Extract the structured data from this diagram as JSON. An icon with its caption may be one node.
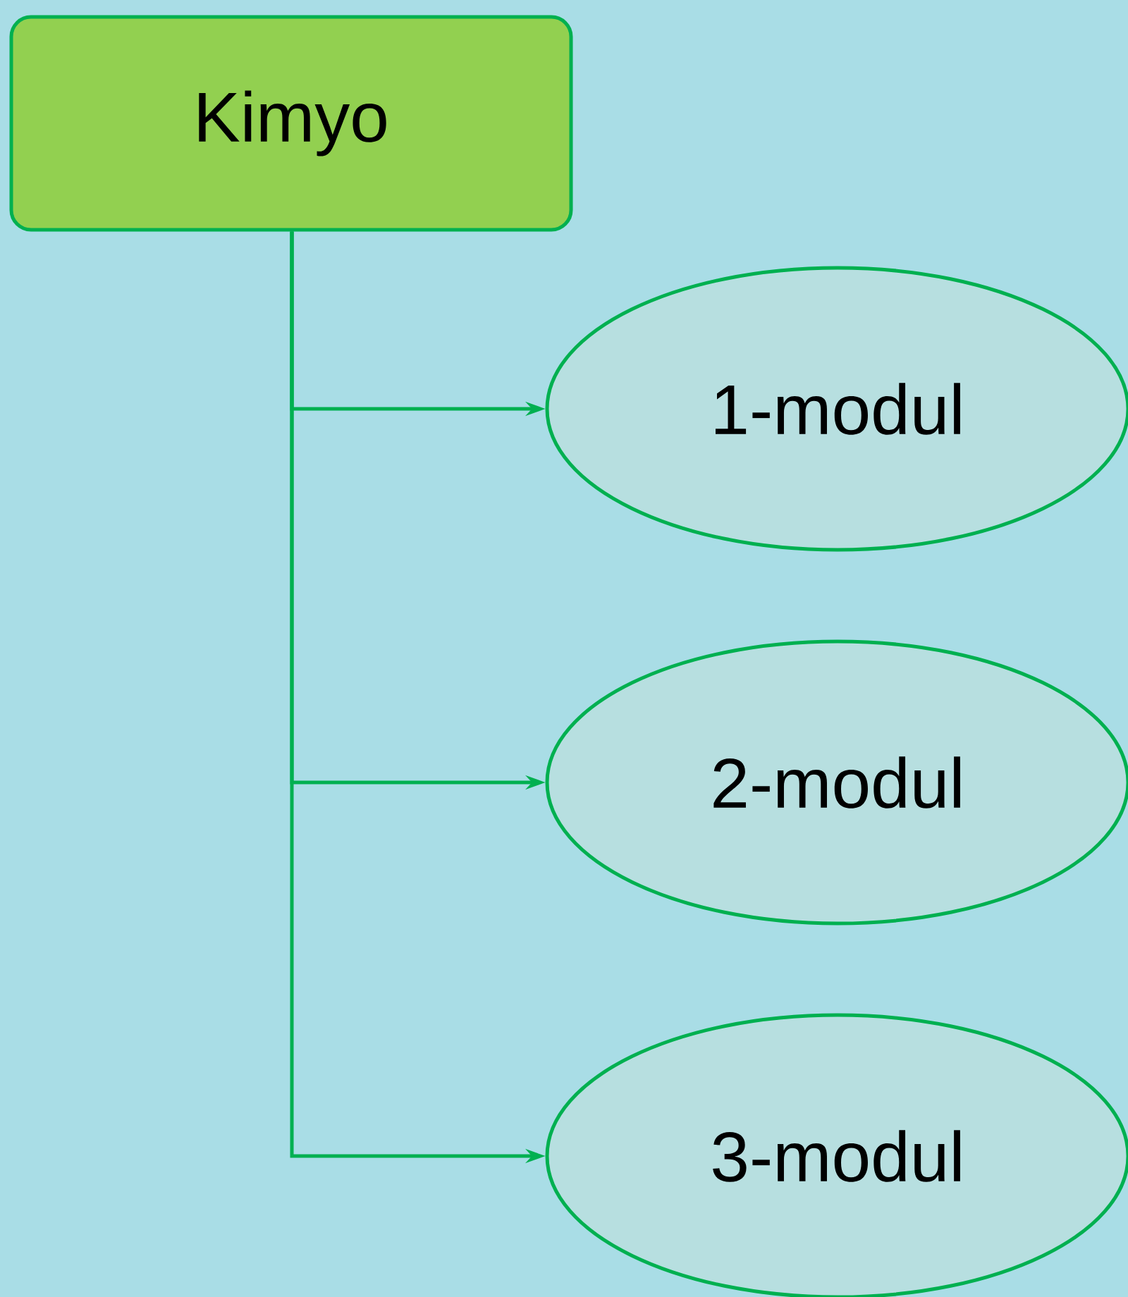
{
  "diagram": {
    "nodes": [
      {
        "text": [
          "Kimyo"
        ]
      },
      {
        "text": [
          "1-modul"
        ]
      },
      {
        "text": [
          "2-modul"
        ]
      },
      {
        "text": [
          "3-modul"
        ]
      }
    ],
    "edges": [
      {
        "from": 0,
        "to": 1,
        "arrow": "to"
      },
      {
        "from": 0,
        "to": 2,
        "arrow": "to"
      },
      {
        "from": 0,
        "to": 3,
        "arrow": "to"
      }
    ]
  }
}
